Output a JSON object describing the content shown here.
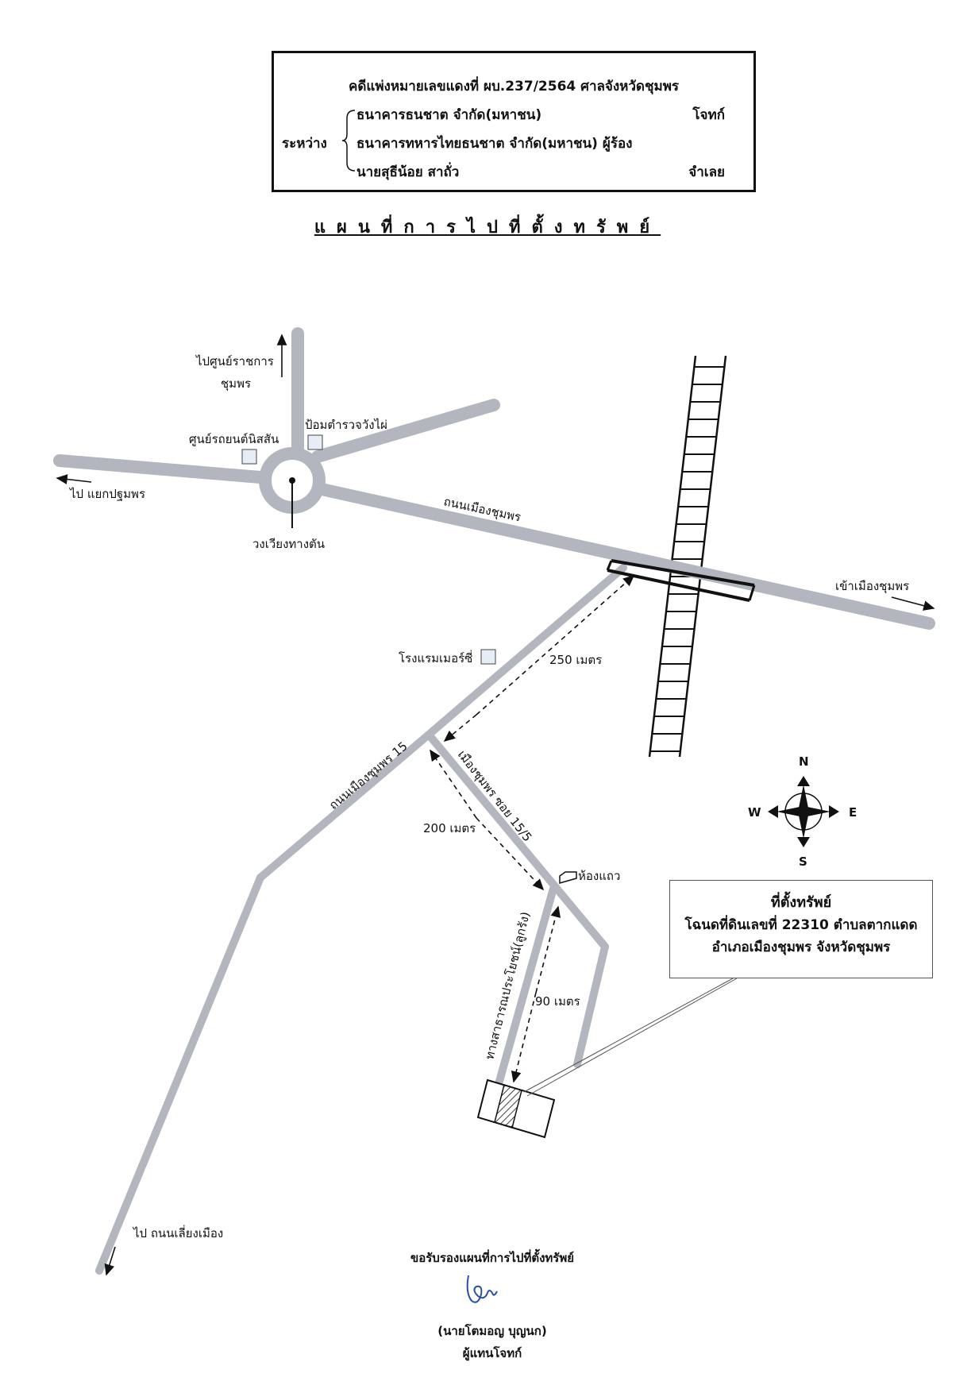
{
  "case": {
    "line1": "คดีแพ่งหมายเลขแดงที่  ผบ.237/2564   ศาลจังหวัดชุมพร",
    "between_label": "ระหว่าง",
    "parties": [
      {
        "name": "ธนาคารธนชาต จำกัด(มหาชน)",
        "role": "โจทก์"
      },
      {
        "name": "ธนาคารทหารไทยธนชาต จำกัด(มหาชน)  ผู้ร้อง",
        "role": ""
      },
      {
        "name": "นายสุธีน้อย  สาถั่ว",
        "role": "จำเลย"
      }
    ]
  },
  "map_title": "แผนที่การไปที่ตั้งทรัพย์",
  "labels": {
    "to_gov_center_1": "ไปศูนย์ราชการ",
    "to_gov_center_2": "ชุมพร",
    "car_center": "ศูนย์รถยนต์นิสสัน",
    "police_box": "ป้อมตำรวจวังไผ่",
    "to_junction": "ไป แยกปฐมพร",
    "roundabout": "วงเวียงทางตัน",
    "main_road": "ถนนเมืองชุมพร",
    "to_city": "เข้าเมืองชุมพร",
    "hotel": "โรงแรมเมอร์ซี่",
    "dist_250": "250 เมตร",
    "road_15": "ถนนเมืองชุมพร 15",
    "soi_15_5": "เมืองชุมพร ซอย 15/5",
    "dist_200": "200 เมตร",
    "shophouse": "ห้องแถว",
    "public_way": "ทางสาธารณประโยชน์(ลูกรัง)",
    "dist_90": "90 เมตร",
    "to_bypass": "ไป ถนนเลี่ยงเมือง",
    "compass_n": "N",
    "compass_s": "S",
    "compass_e": "E",
    "compass_w": "W"
  },
  "location_box": {
    "title": "ที่ตั้งทรัพย์",
    "line1": "โฉนดที่ดินเลขที่ 22310 ตำบลตากแดด",
    "line2": "อำเภอเมืองชุมพร  จังหวัดชุมพร"
  },
  "certify": {
    "text": "ขอรับรองแผนที่การไปที่ตั้งทรัพย์",
    "name": "(นายโตมอญ   บุญนก)",
    "title": "ผู้แทนโจทก์"
  },
  "colors": {
    "road": "#b4b6bf",
    "ink": "#111111",
    "signature": "#2a4fa8",
    "marker_fill": "#e6edf7"
  }
}
